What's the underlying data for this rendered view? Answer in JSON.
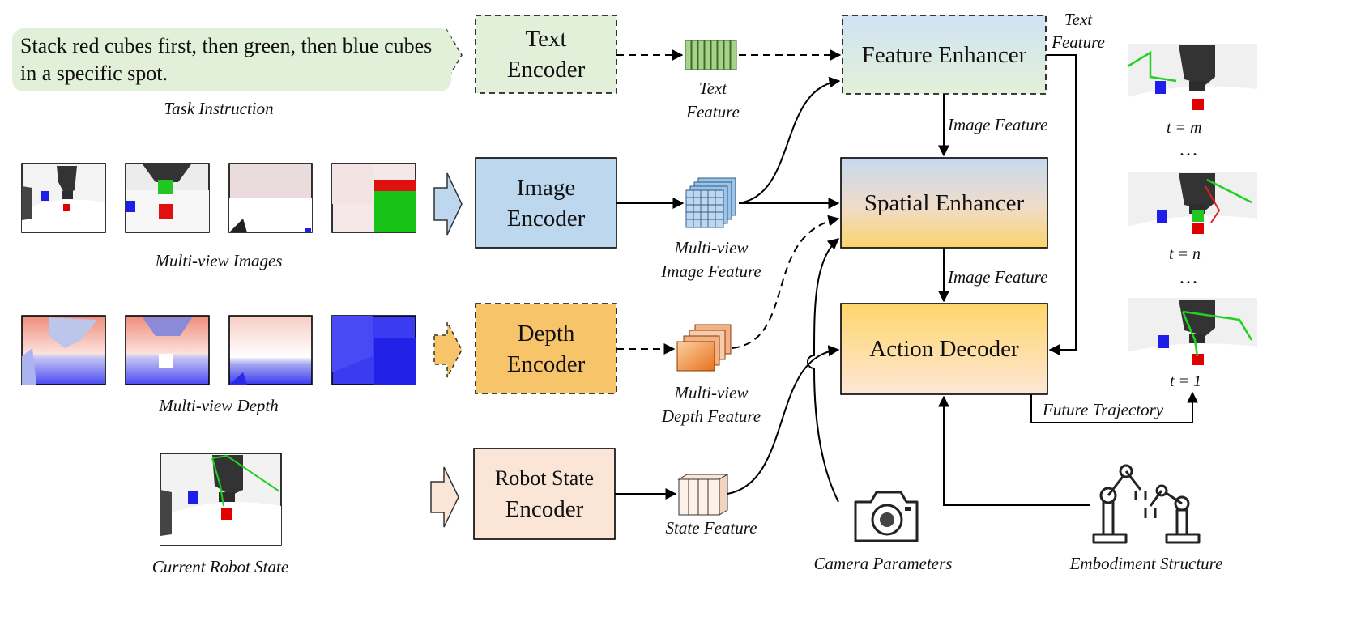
{
  "task_instruction": {
    "text": "Stack red cubes first, then green, then blue cubes in a specific spot.",
    "caption": "Task Instruction"
  },
  "inputs": {
    "multiview_images_caption": "Multi-view Images",
    "multiview_depth_caption": "Multi-view Depth",
    "robot_state_caption": "Current Robot State"
  },
  "encoders": {
    "text": [
      "Text",
      "Encoder"
    ],
    "image": [
      "Image",
      "Encoder"
    ],
    "depth": [
      "Depth",
      "Encoder"
    ],
    "robot_state": [
      "Robot State",
      "Encoder"
    ]
  },
  "features": {
    "text": [
      "Text",
      "Feature"
    ],
    "image": [
      "Multi-view",
      "Image Feature"
    ],
    "depth": [
      "Multi-view",
      "Depth Feature"
    ],
    "state": "State Feature"
  },
  "modules": {
    "feature_enhancer": "Feature Enhancer",
    "spatial_enhancer": "Spatial Enhancer",
    "action_decoder": "Action Decoder"
  },
  "edge_labels": {
    "text_feature": [
      "Text",
      "Feature"
    ],
    "image_feature_1": "Image Feature",
    "image_feature_2": "Image Feature",
    "future_trajectory": "Future Trajectory"
  },
  "outputs": {
    "timesteps": [
      "t = m",
      "t = n",
      "t = 1"
    ],
    "ellipsis": "…"
  },
  "extra_inputs": {
    "camera": "Camera Parameters",
    "embodiment": "Embodiment Structure"
  },
  "colors": {
    "green_fill": "#e2efd9",
    "blue_fill": "#bdd7ee",
    "orange_fill": "#f8c46a",
    "peach_fill": "#fbe5d6",
    "arrow": "#000000"
  }
}
